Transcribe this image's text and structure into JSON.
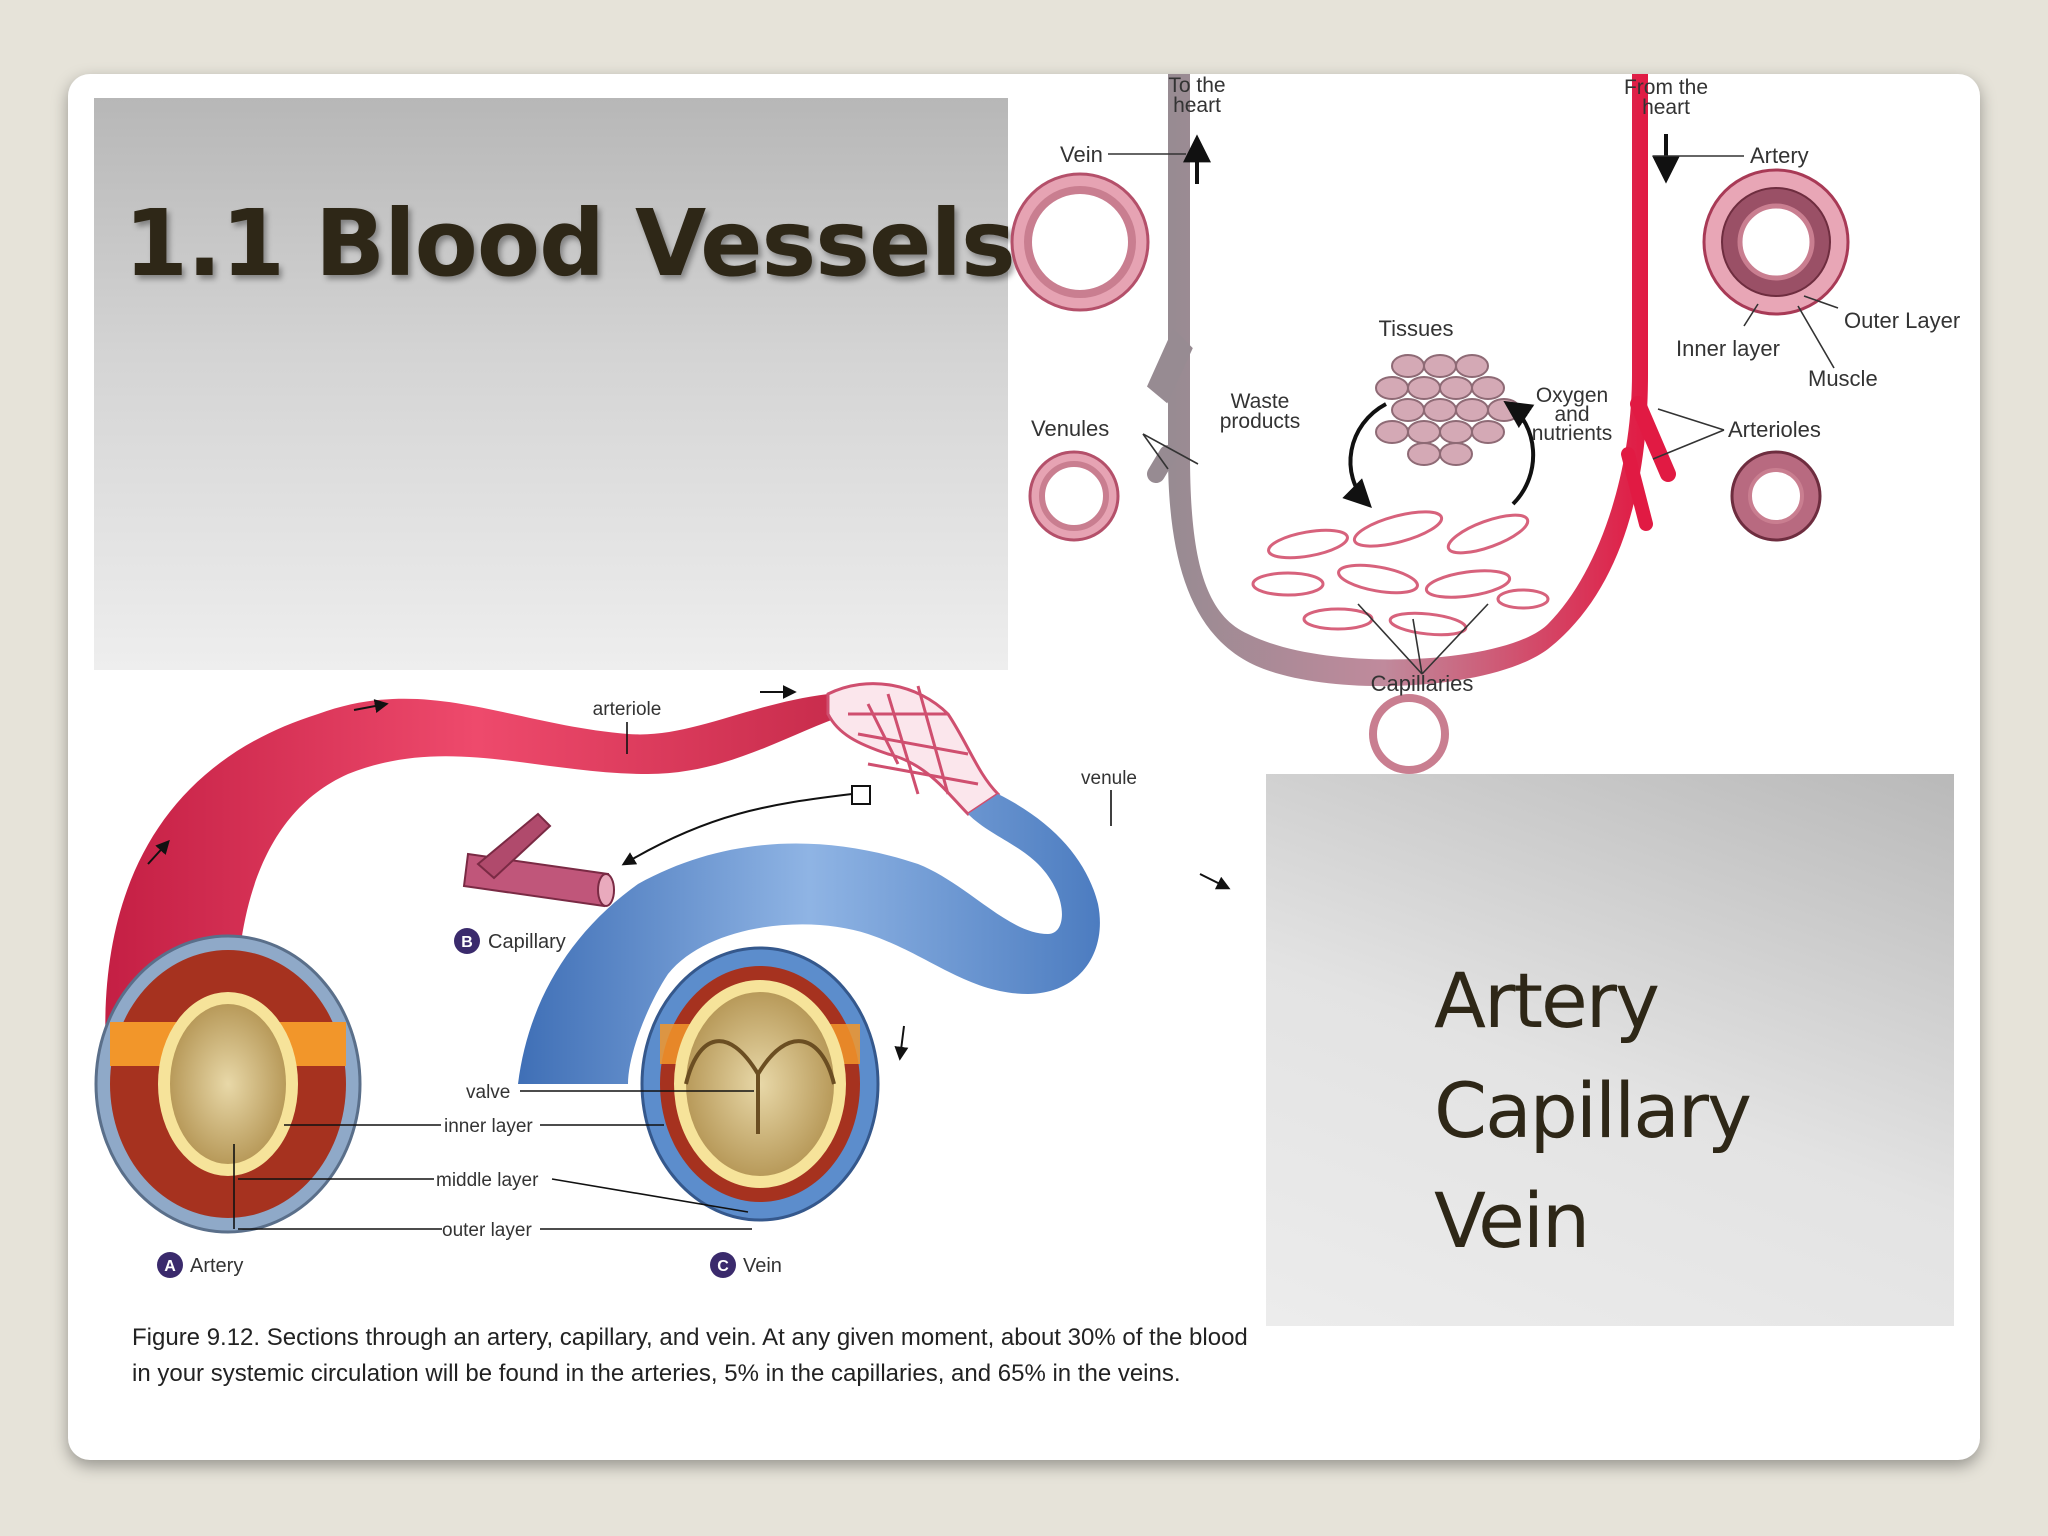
{
  "slide": {
    "title": "1.1 Blood Vessels",
    "terms": [
      "Artery",
      "Capillary",
      "Vein"
    ],
    "caption": "Figure 9.12.  Sections through an artery, capillary, and vein. At any given moment, about 30% of the blood in your systemic circulation will be found in the arteries, 5% in the capillaries, and 65% in the veins."
  },
  "circulation_diagram": {
    "to_heart": [
      "To the",
      "heart"
    ],
    "from_heart": [
      "From the",
      "heart"
    ],
    "vein": "Vein",
    "artery": "Artery",
    "outer_layer": "Outer Layer",
    "inner_layer": "Inner layer",
    "muscle": "Muscle",
    "tissues": "Tissues",
    "waste": [
      "Waste",
      "products"
    ],
    "oxygen": [
      "Oxygen",
      "and",
      "nutrients"
    ],
    "venules": "Venules",
    "arterioles": "Arterioles",
    "capillaries": "Capillaries"
  },
  "vessel_figure": {
    "arteriole": "arteriole",
    "venule": "venule",
    "capillary": "Capillary",
    "valve": "valve",
    "inner_layer": "inner layer",
    "middle_layer": "middle layer",
    "outer_layer": "outer layer",
    "artery": "Artery",
    "vein": "Vein",
    "badge_a": "A",
    "badge_b": "B",
    "badge_c": "C"
  },
  "colors": {
    "artery_red": "#d93556",
    "vein_blue": "#5c8dcc",
    "vein_grey": "#9a8e95",
    "title_text": "#2e2717"
  }
}
